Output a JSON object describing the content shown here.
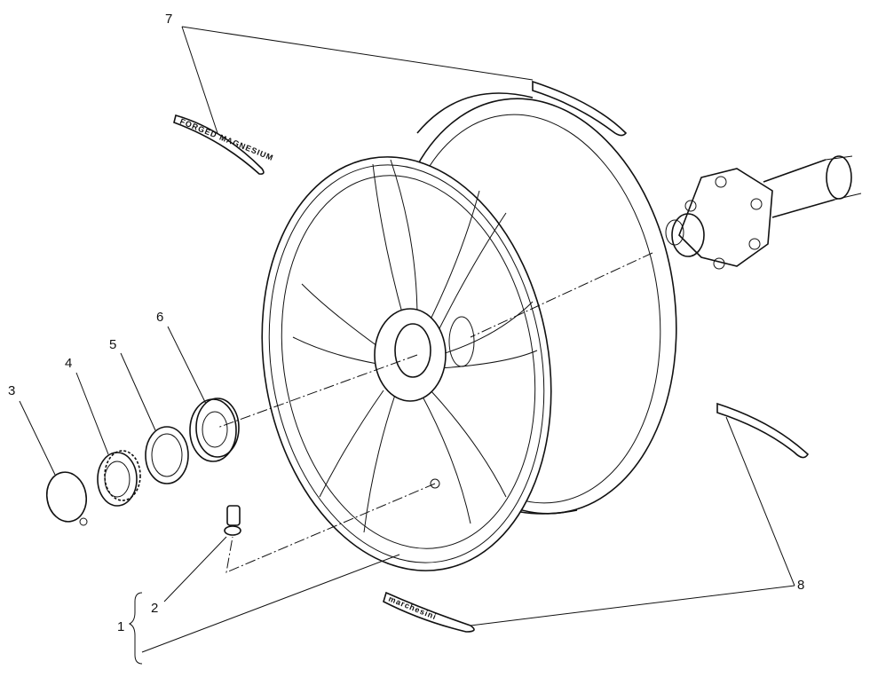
{
  "callouts": {
    "c1": "1",
    "c2": "2",
    "c3": "3",
    "c4": "4",
    "c5": "5",
    "c6": "6",
    "c7": "7",
    "c8": "8"
  },
  "decals": {
    "forged": "FORGED MAGNESIUM",
    "marchesini": "marchesini"
  }
}
